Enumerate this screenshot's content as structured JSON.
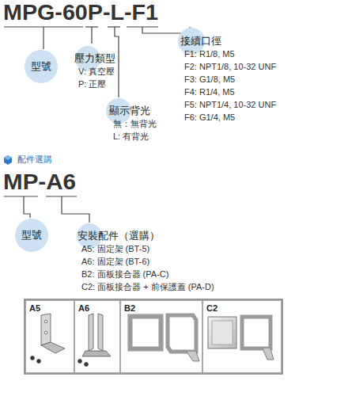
{
  "diagram": {
    "nodes": [
      {
        "text": [
          "型號"
        ]
      },
      {
        "text": [
          "壓力類型",
          "V: 真空壓",
          "P: 正壓"
        ]
      },
      {
        "text": [
          "顯示背光",
          "無：無背光",
          "L: 有背光"
        ]
      },
      {
        "text": [
          "接續口徑",
          "F1: R1/8, M5",
          "F2: NPT1/8, 10-32 UNF",
          "F3: G1/8, M5",
          "F4: R1/4, M5",
          "F5: NPT1/4, 10-32 UNF",
          "F6: G1/4, M5"
        ]
      },
      {
        "text": [
          "型號"
        ]
      },
      {
        "text": [
          "安裝配件（選購）",
          "A5: 固定架 (BT-5)",
          "A6: 固定架 (BT-6)",
          "B2: 面板接合器 (PA-C)",
          "C2: 面板接合器 + 前保護蓋 (PA-D)"
        ]
      },
      {
        "text": [
          "A5"
        ]
      },
      {
        "text": [
          "A6"
        ]
      },
      {
        "text": [
          "B2"
        ]
      },
      {
        "text": [
          "C2"
        ]
      }
    ],
    "labels": [
      "MPG-60P-L-F1",
      "配件選購",
      "MP-A6"
    ]
  }
}
